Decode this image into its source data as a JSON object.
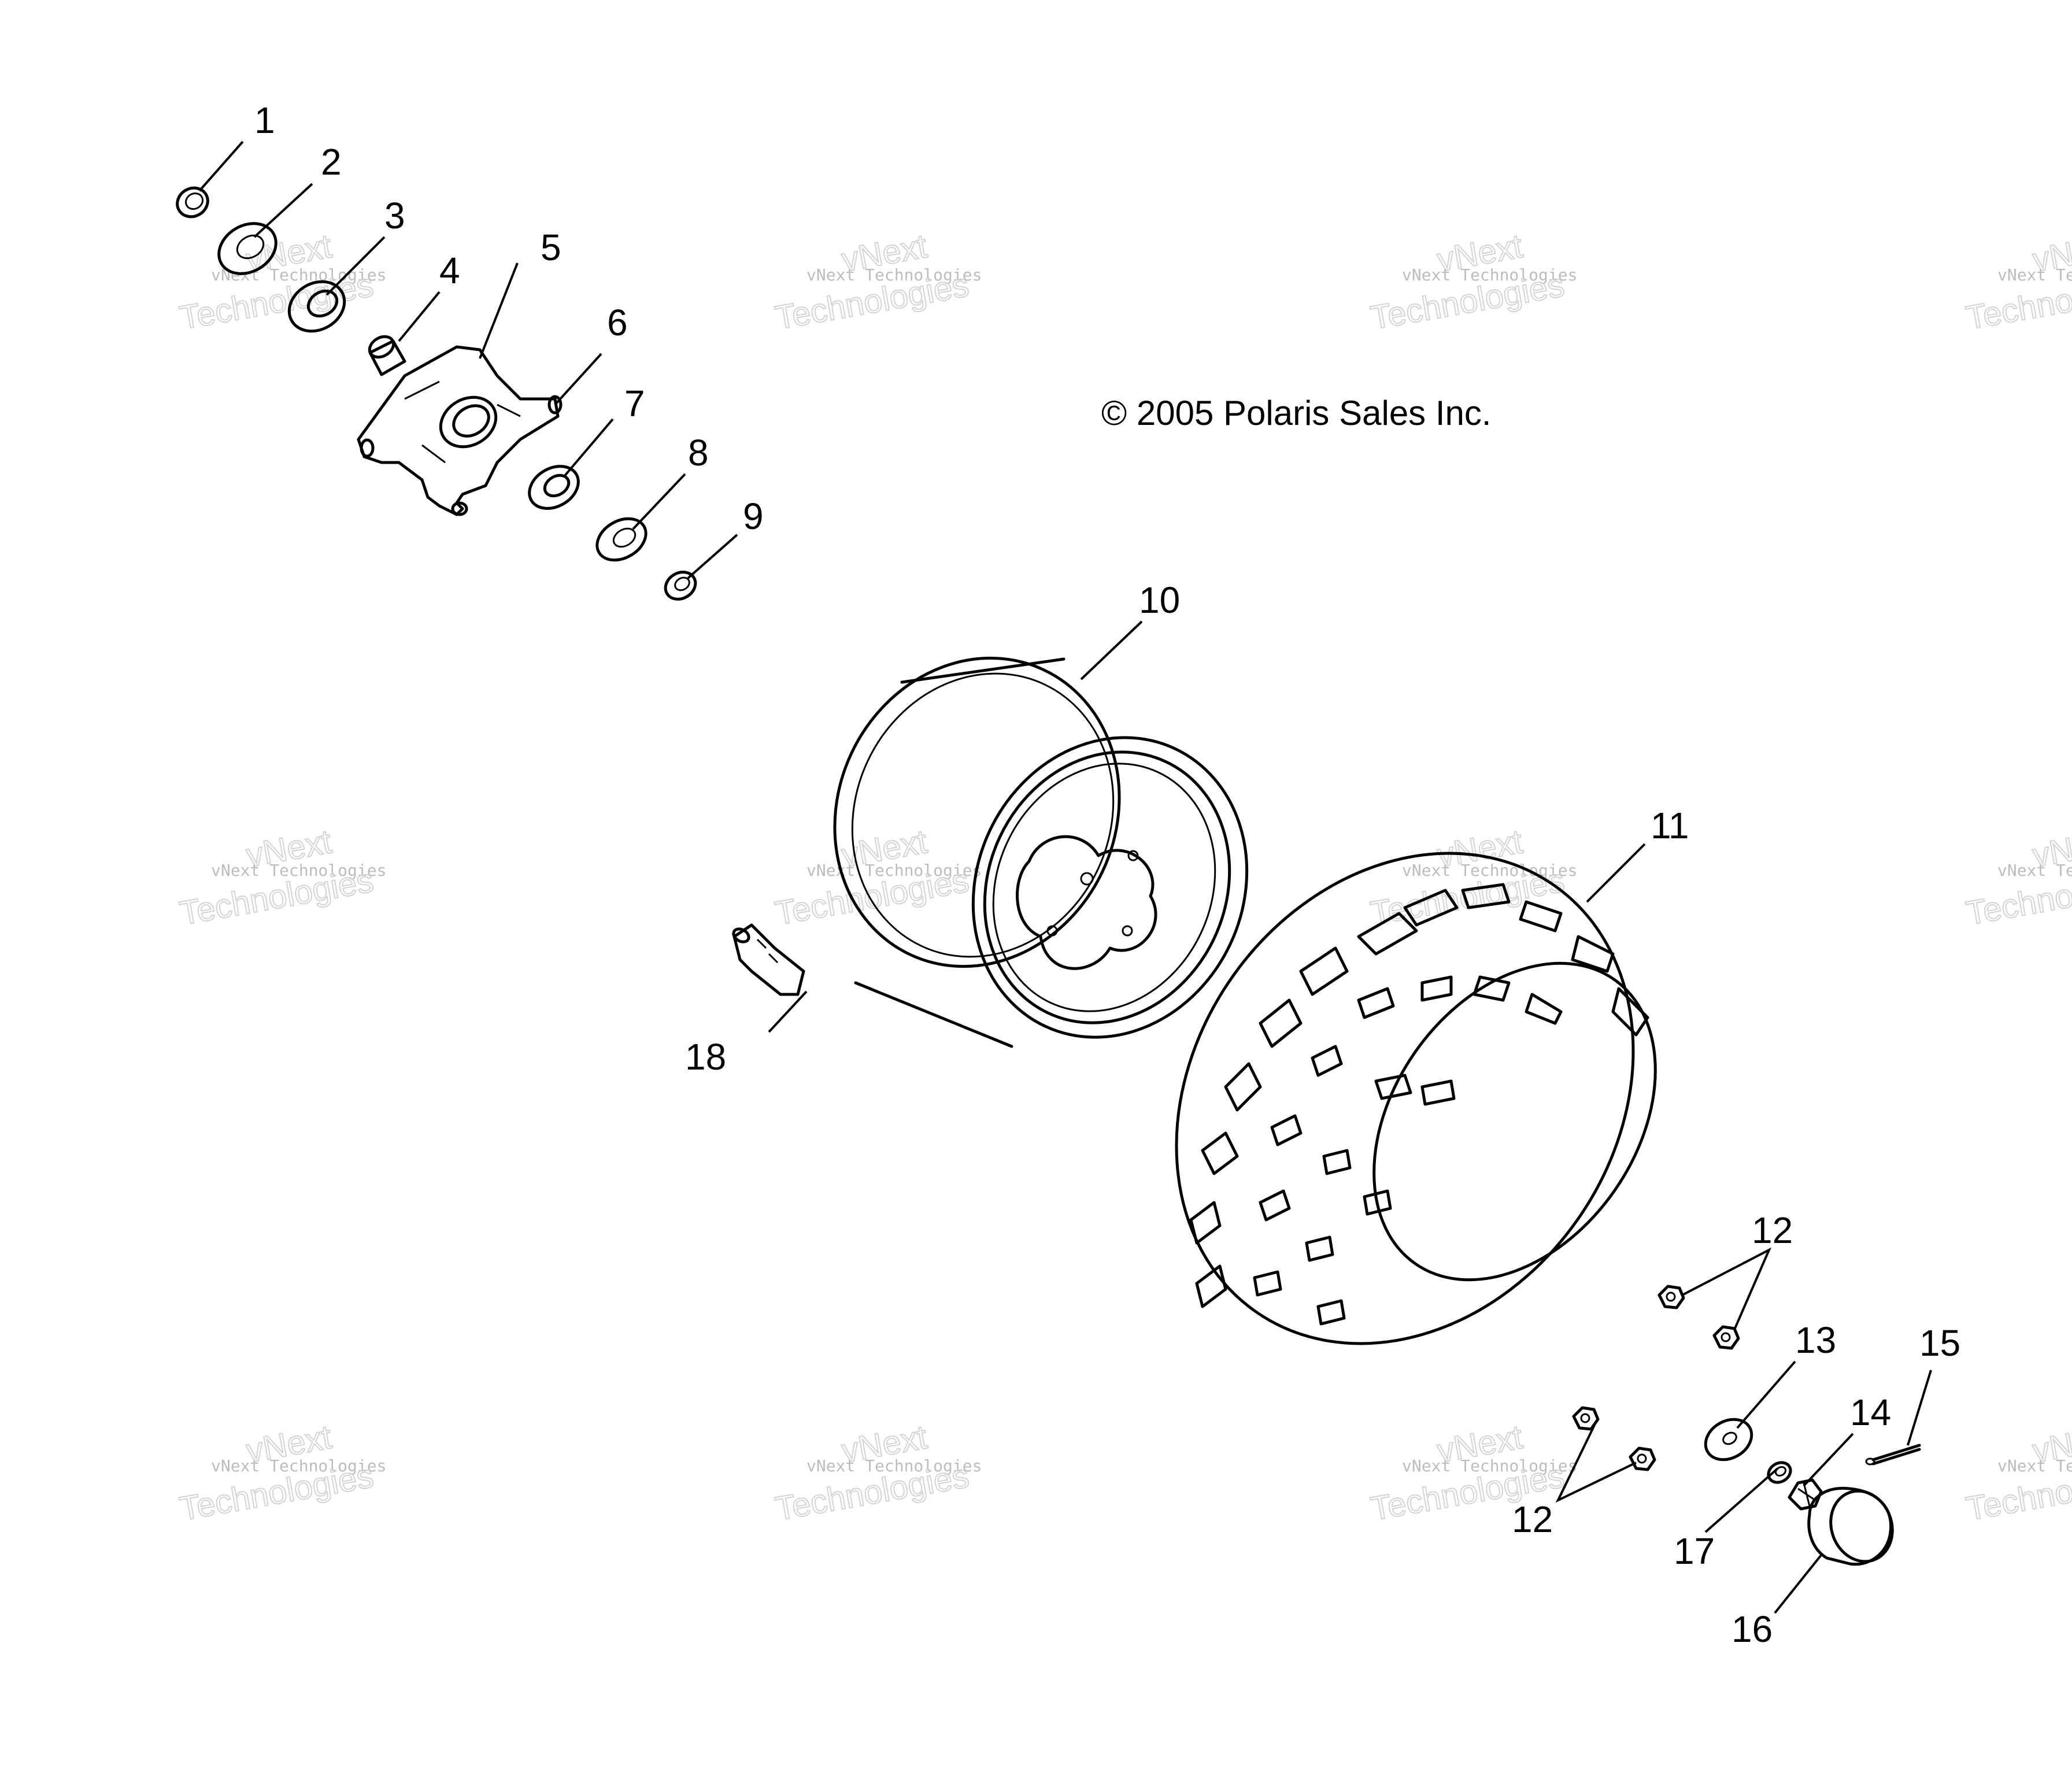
{
  "copyright": "© 2005 Polaris Sales Inc.",
  "watermark": {
    "line1": "vNext",
    "line2": "vNext Technologies",
    "line3": "Technologies"
  },
  "callouts": {
    "c1": "1",
    "c2": "2",
    "c3": "3",
    "c4": "4",
    "c5": "5",
    "c6": "6",
    "c7": "7",
    "c8": "8",
    "c9": "9",
    "c10": "10",
    "c11": "11",
    "c12a": "12",
    "c12b": "12",
    "c13": "13",
    "c14": "14",
    "c15": "15",
    "c16": "16",
    "c17": "17",
    "c18": "18"
  }
}
